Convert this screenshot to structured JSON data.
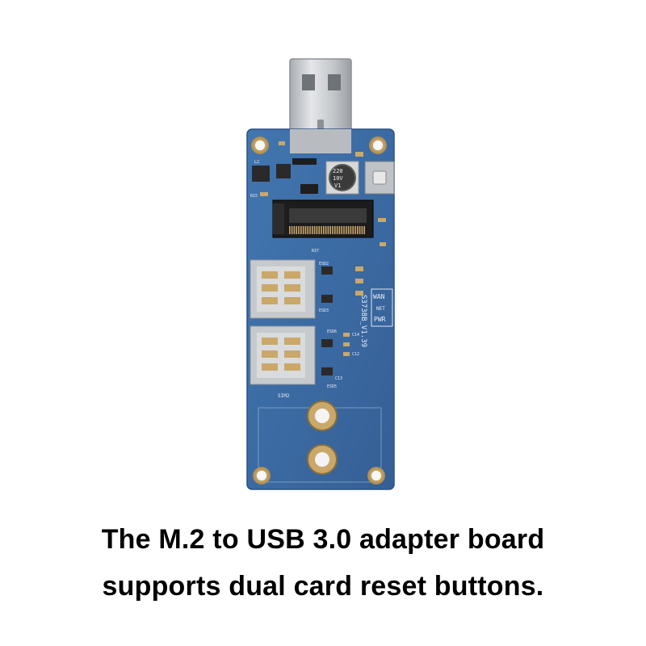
{
  "caption": {
    "line1": "The M.2 to USB 3.0 adapter board",
    "line2": "supports dual card reset buttons."
  },
  "board_markings": {
    "capacitor": [
      "220",
      "10V",
      "V1"
    ],
    "indicator_labels": [
      "WAN",
      "NET",
      "PWR"
    ],
    "version": "S3738B_V1.39",
    "sim_label": "SIM2",
    "small_labels": [
      "L2",
      "R15",
      "R37",
      "ESD2",
      "ESD3",
      "ESD6",
      "ESD5",
      "C13",
      "C14",
      "C12"
    ]
  },
  "colors": {
    "board": "#3d6fa8",
    "board_dark": "#2d5a8e",
    "usb_metal": "#cfd2d6",
    "gold": "#c9a86a",
    "slot_black": "#1c1c1c",
    "background": "#ffffff"
  }
}
